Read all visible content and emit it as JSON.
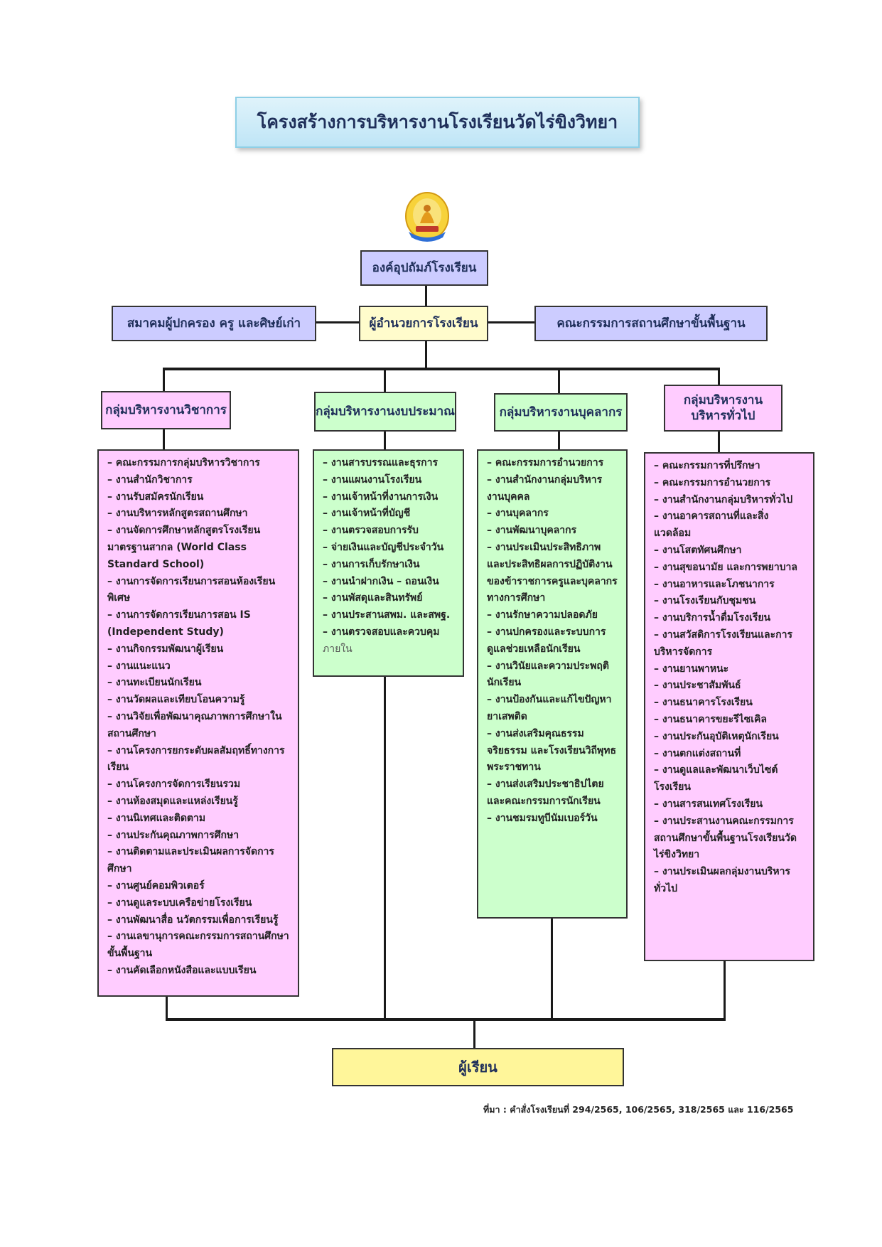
{
  "title": "โครงสร้างการบริหารงานโรงเรียนวัดไร่ขิงวิทยา",
  "top": {
    "patron": "องค์อุปถัมภ์โรงเรียน",
    "director": "ผู้อำนวยการโรงเรียน",
    "left": "สมาคมผู้ปกครอง ครู และศิษย์เก่า",
    "right": "คณะกรรมการสถานศึกษาขั้นพื้นฐาน"
  },
  "groups": [
    {
      "name": "กลุ่มบริหารงานวิชาการ",
      "items": [
        "– คณะกรรมการกลุ่มบริหารวิชาการ",
        "– งานสำนักวิชาการ",
        "– งานรับสมัครนักเรียน",
        "– งานบริหารหลักสูตรสถานศึกษา",
        "– งานจัดการศึกษาหลักสูตรโรงเรียนมาตรฐานสากล (World Class Standard School)",
        "– งานการจัดการเรียนการสอนห้องเรียนพิเศษ",
        "– งานการจัดการเรียนการสอน IS (Independent Study)",
        "– งานกิจกรรมพัฒนาผู้เรียน",
        "– งานแนะแนว",
        "– งานทะเบียนนักเรียน",
        "– งานวัดผลและเทียบโอนความรู้",
        "– งานวิจัยเพื่อพัฒนาคุณภาพการศึกษาในสถานศึกษา",
        "– งานโครงการยกระดับผลสัมฤทธิ์ทางการเรียน",
        "– งานโครงการจัดการเรียนรวม",
        "– งานห้องสมุดและแหล่งเรียนรู้",
        "– งานนิเทศและติดตาม",
        "– งานประกันคุณภาพการศึกษา",
        "– งานติดตามและประเมินผลการจัดการศึกษา",
        "– งานศูนย์คอมพิวเตอร์",
        "– งานดูแลระบบเครือข่ายโรงเรียน",
        "– งานพัฒนาสื่อ นวัตกรรมเพื่อการเรียนรู้",
        "– งานเลขานุการคณะกรรมการสถานศึกษาขั้นพื้นฐาน",
        "– งานคัดเลือกหนังสือและแบบเรียน"
      ]
    },
    {
      "name": "กลุ่มบริหารงานงบประมาณ",
      "items": [
        "– งานสารบรรณและธุรการ",
        "– งานแผนงานโรงเรียน",
        "– งานเจ้าหน้าที่งานการเงิน",
        "– งานเจ้าหน้าที่บัญชี",
        "– งานตรวจสอบการรับ",
        "– จ่ายเงินและบัญชีประจำวัน",
        "– งานการเก็บรักษาเงิน",
        "– งานนำฝากเงิน – ถอนเงิน",
        "– งานพัสดุและสินทรัพย์",
        "– งานประสานสพม. และสพฐ.",
        "– งานตรวจสอบและควบคุม",
        "ภายใน"
      ]
    },
    {
      "name": "กลุ่มบริหารงานบุคลากร",
      "items": [
        "– คณะกรรมการอำนวยการ",
        "– งานสำนักงานกลุ่มบริหารงานบุคคล",
        "– งานบุคลากร",
        "– งานพัฒนาบุคลากร",
        "– งานประเมินประสิทธิภาพและประสิทธิผลการปฏิบัติงานของข้าราชการครูและบุคลากรทางการศึกษา",
        "– งานรักษาความปลอดภัย",
        "– งานปกครองและระบบการดูแลช่วยเหลือนักเรียน",
        "– งานวินัยและความประพฤตินักเรียน",
        "– งานป้องกันและแก้ไขปัญหายาเสพติด",
        "– งานส่งเสริมคุณธรรมจริยธรรม และโรงเรียนวิถีพุทธพระราชทาน",
        "– งานส่งเสริมประชาธิปไตยและคณะกรรมการนักเรียน",
        "– งานชมรมทูบีนัมเบอร์วัน"
      ]
    },
    {
      "name": "กลุ่มบริหารงานบริหารทั่วไป",
      "items": [
        "– คณะกรรมการที่ปรึกษา",
        "– คณะกรรมการอำนวยการ",
        "– งานสำนักงานกลุ่มบริหารทั่วไป",
        "– งานอาคารสถานที่และสิ่งแวดล้อม",
        "– งานโสตทัศนศึกษา",
        "– งานสุขอนามัย และการพยาบาล",
        "– งานอาหารและโภชนาการ",
        "– งานโรงเรียนกับชุมชน",
        "– งานบริการน้ำดื่มโรงเรียน",
        "– งานสวัสดิการโรงเรียนและการบริหารจัดการ",
        "– งานยานพาหนะ",
        "– งานประชาสัมพันธ์",
        "– งานธนาคารโรงเรียน",
        "– งานธนาคารขยะรีไซเคิล",
        "– งานประกันอุบัติเหตุนักเรียน",
        "– งานตกแต่งสถานที่",
        "– งานดูแลและพัฒนาเว็บไซต์โรงเรียน",
        "– งานสารสนเทศโรงเรียน",
        "– งานประสานงานคณะกรรมการสถานศึกษาขั้นพื้นฐานโรงเรียนวัดไร่ขิงวิทยา",
        "– งานประเมินผลกลุ่มงานบริหารทั่วไป"
      ]
    }
  ],
  "bottom": "ผู้เรียน",
  "source": "ที่มา : คำสั่งโรงเรียนที่  294/2565, 106/2565, 318/2565 และ 116/2565",
  "colors": {
    "header_purple": "#ccccff",
    "director_yellow": "#fffccc",
    "pink": "#ffccff",
    "green": "#ccffcc",
    "learner_yellow": "#fff69a",
    "title_blue": "#bfe5f6"
  }
}
